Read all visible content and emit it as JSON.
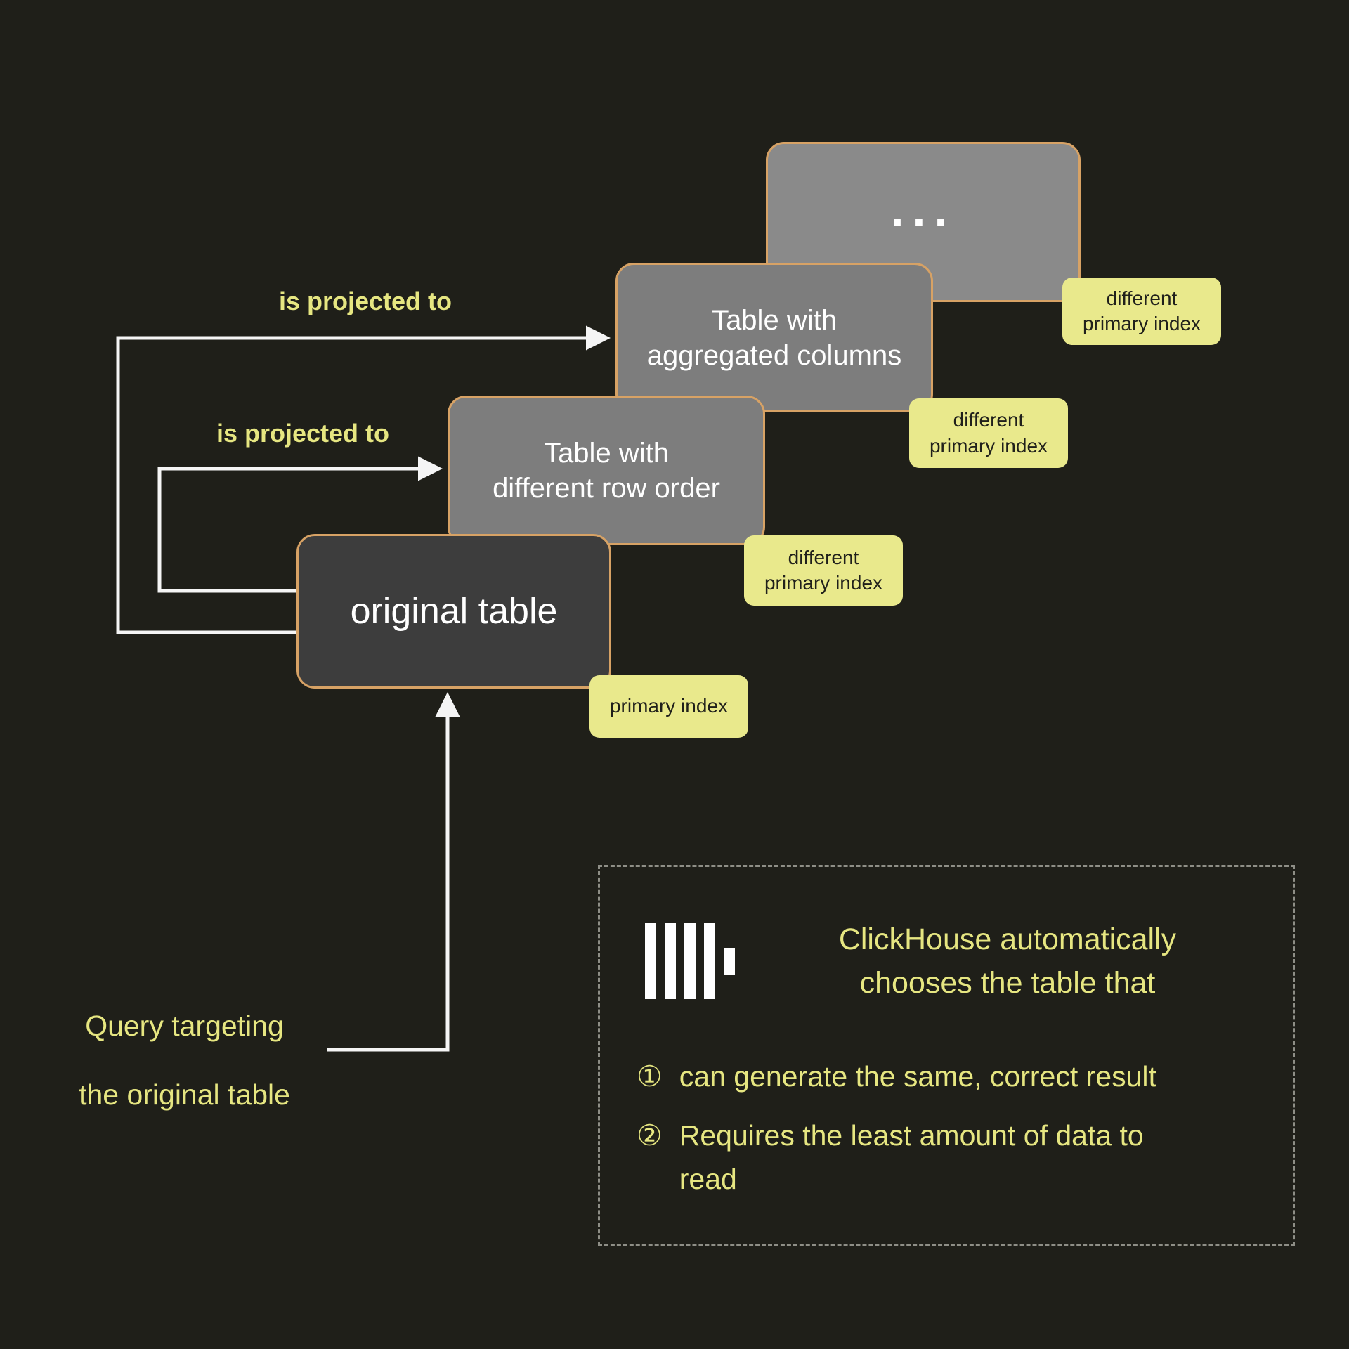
{
  "colors": {
    "background": "#1F1F19",
    "card-border": "#D7A265",
    "card-gray": "#7D7D7D",
    "card-gray-light": "#8A8A8A",
    "card-dark": "#3D3D3D",
    "sticker-bg": "#E9E98C",
    "sticker-text": "#20201B",
    "yellow-text": "#E6E681",
    "arrow-white": "#F5F5F5"
  },
  "cards": {
    "more": {
      "label": "..."
    },
    "aggregated": {
      "line1": "Table with",
      "line2": "aggregated columns"
    },
    "row_order": {
      "line1": "Table with",
      "line2": "different row order"
    },
    "original": {
      "label": "original table"
    }
  },
  "stickers": {
    "more": {
      "line1": "different",
      "line2": "primary index"
    },
    "aggregated": {
      "line1": "different",
      "line2": "primary index"
    },
    "row_order": {
      "line1": "different",
      "line2": "primary index"
    },
    "original": {
      "label": "primary index"
    }
  },
  "edge_labels": {
    "to_aggregated": "is projected to",
    "to_row_order": "is projected to"
  },
  "query_label": {
    "line1": "Query targeting",
    "line2": "the original table"
  },
  "info_box": {
    "heading_line1": "ClickHouse automatically",
    "heading_line2": "chooses the table that",
    "items": [
      {
        "marker": "①",
        "text": "can generate the same, correct result"
      },
      {
        "marker": "②",
        "text": "Requires the least amount of data to read"
      }
    ]
  }
}
